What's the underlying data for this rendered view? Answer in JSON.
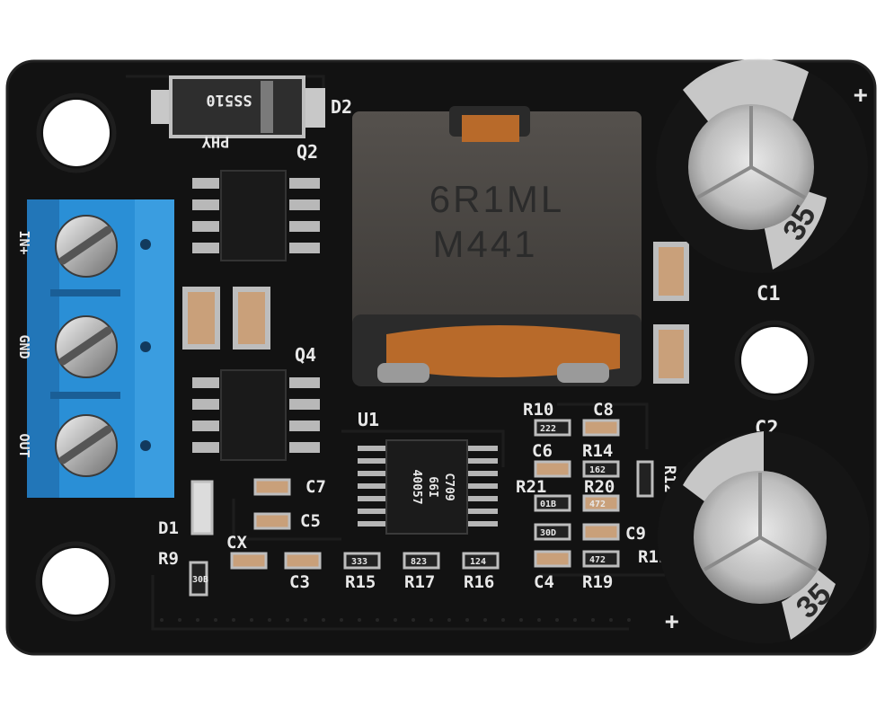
{
  "inductor": {
    "line1": "6R1ML",
    "line2": "M441"
  },
  "diode": {
    "brand": "PHY",
    "part": "SS510"
  },
  "ic": {
    "line1": "40057",
    "line2": "66I",
    "line3": "C709"
  },
  "terminals": [
    "IN+",
    "GND",
    "OUT"
  ],
  "silkscreen": {
    "d2": "D2",
    "q2": "Q2",
    "q4": "Q4",
    "u1": "U1",
    "c1": "C1",
    "c2": "C2",
    "c3": "C3",
    "c4": "C4",
    "c5": "C5",
    "c6": "C6",
    "c7": "C7",
    "c8": "C8",
    "c9": "C9",
    "cx": "CX",
    "d1": "D1",
    "r9": "R9",
    "r10": "R10",
    "r11": "R11",
    "r12": "R12",
    "r14": "R14",
    "r15": "R15",
    "r16": "R16",
    "r17": "R17",
    "r19": "R19",
    "r20": "R20",
    "r21": "R21",
    "plus_top": "+",
    "plus_bottom": "+"
  },
  "resistor_codes": {
    "r10": "222",
    "r14": "162",
    "r21": "01B",
    "r20": "472",
    "c9": "30D",
    "r19": "472",
    "r15": "333",
    "r17": "823",
    "r16": "124",
    "r9": "30B"
  },
  "capacitor_marks": {
    "c1": "35",
    "c2": "35"
  },
  "colors": {
    "pcb": "#121212",
    "terminal": "#2a8fd6",
    "inductor": "#4a4744",
    "silkscreen": "#e8e8e8",
    "ceramic_cap": "#c9a07a"
  }
}
